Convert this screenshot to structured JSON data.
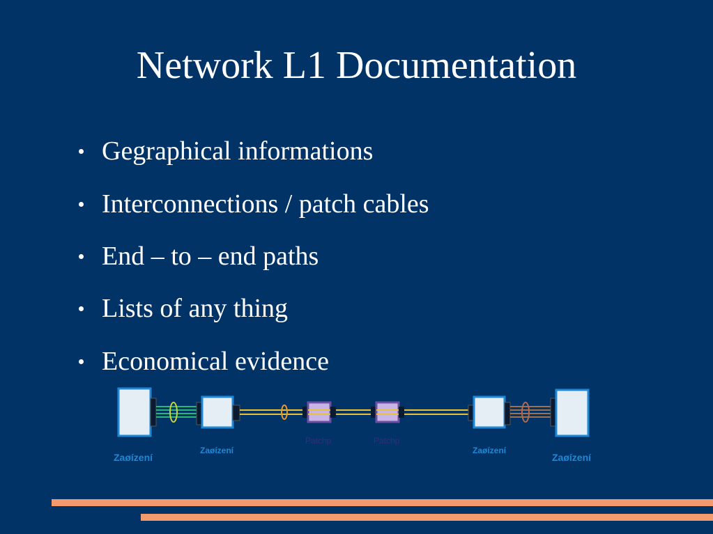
{
  "slide": {
    "title": "Network L1 Documentation",
    "bullets": [
      "Gegraphical informations",
      "Interconnections / patch cables",
      "End – to – end paths",
      "Lists of any thing",
      "Economical evidence"
    ]
  },
  "diagram": {
    "device_label": "Zaøízení",
    "patch_label": "Patchp"
  },
  "colors": {
    "background": "#013366",
    "text": "#ffffff",
    "accent_stripe": "#f59a6c",
    "device_border": "#1e88d6",
    "device_fill": "#e6eef5",
    "cable_yellow": "#e8c23a",
    "cable_green": "#2bb673",
    "cable_brown": "#a0714c",
    "patch_purple": "#6b4fa3"
  }
}
